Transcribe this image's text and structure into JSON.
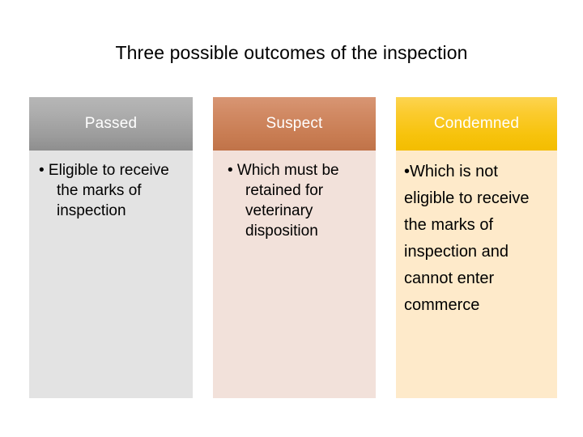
{
  "slide": {
    "title": "Three possible outcomes of the inspection",
    "background_color": "#FFFFFF"
  },
  "columns": [
    {
      "id": "passed",
      "header_label": "Passed",
      "header_color_top": "#B6B6B6",
      "header_color_bottom": "#8E8E8E",
      "header_text_color": "#FFFFFF",
      "body_color": "#E3E3E3",
      "body_text": "• Eligible to receive the marks of inspection",
      "body_text_color": "#000000"
    },
    {
      "id": "suspect",
      "header_label": "Suspect",
      "header_color_top": "#D89674",
      "header_color_bottom": "#C07349",
      "header_text_color": "#FFFFFF",
      "body_color": "#F2E1DA",
      "body_text": "• Which must be retained for veterinary disposition",
      "body_text_color": "#000000"
    },
    {
      "id": "condemned",
      "header_label": "Condemned",
      "header_color_top": "#FCD450",
      "header_color_bottom": "#F3BD00",
      "header_text_color": "#FFFFFF",
      "body_color": "#FEEACA",
      "body_text": "•Which is not eligible to receive the marks of inspection and cannot enter commerce",
      "body_text_color": "#000000"
    }
  ]
}
